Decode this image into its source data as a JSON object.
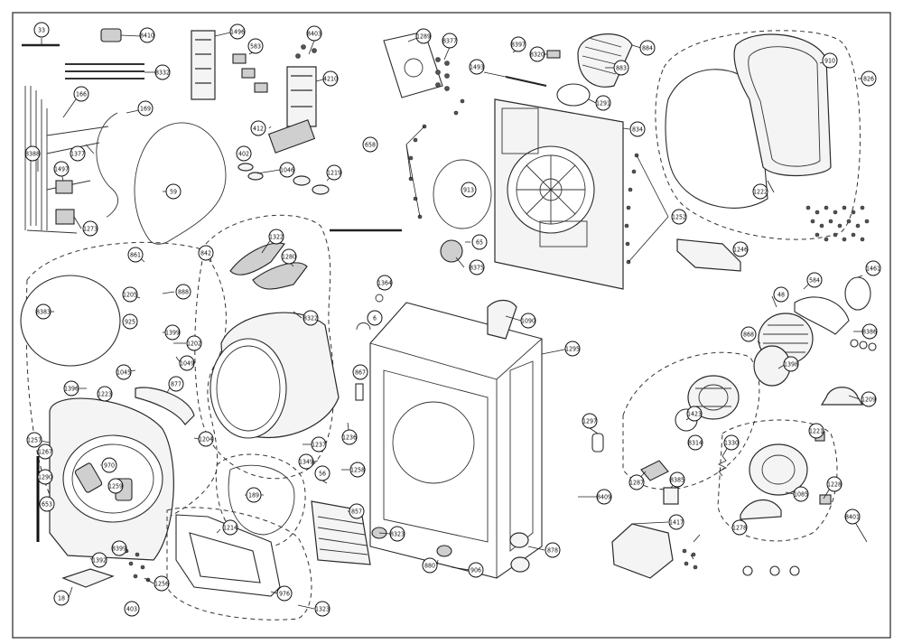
{
  "callouts": [
    "33",
    "8410",
    "1496",
    "583",
    "8403",
    "4210",
    "1289",
    "8377",
    "8397",
    "8320",
    "884",
    "883",
    "1493",
    "1291",
    "910",
    "826",
    "8332",
    "166",
    "169",
    "1377",
    "1497",
    "59",
    "1273",
    "8388",
    "412",
    "402",
    "1046",
    "1219",
    "658",
    "834",
    "913",
    "65",
    "8375",
    "1252",
    "1222",
    "1246",
    "48",
    "584",
    "1461",
    "861",
    "842",
    "1322",
    "1280",
    "8383",
    "1205",
    "888",
    "925",
    "1399",
    "1202",
    "1049",
    "1045",
    "1223",
    "1396",
    "1364",
    "6",
    "1090",
    "8322",
    "877",
    "1295",
    "868",
    "8386",
    "1398",
    "1209",
    "867",
    "1204",
    "1237",
    "1236",
    "1349",
    "1258",
    "1257",
    "1267",
    "1290",
    "970",
    "1259",
    "653",
    "189",
    "56",
    "857",
    "1297",
    "1423",
    "8314",
    "1330",
    "1287",
    "8385",
    "1221",
    "1085",
    "1228",
    "8409",
    "1417",
    "1278",
    "8401",
    "1214",
    "8399",
    "1392",
    "1256",
    "18",
    "403",
    "976",
    "1323",
    "8323",
    "878",
    "906",
    "880"
  ]
}
